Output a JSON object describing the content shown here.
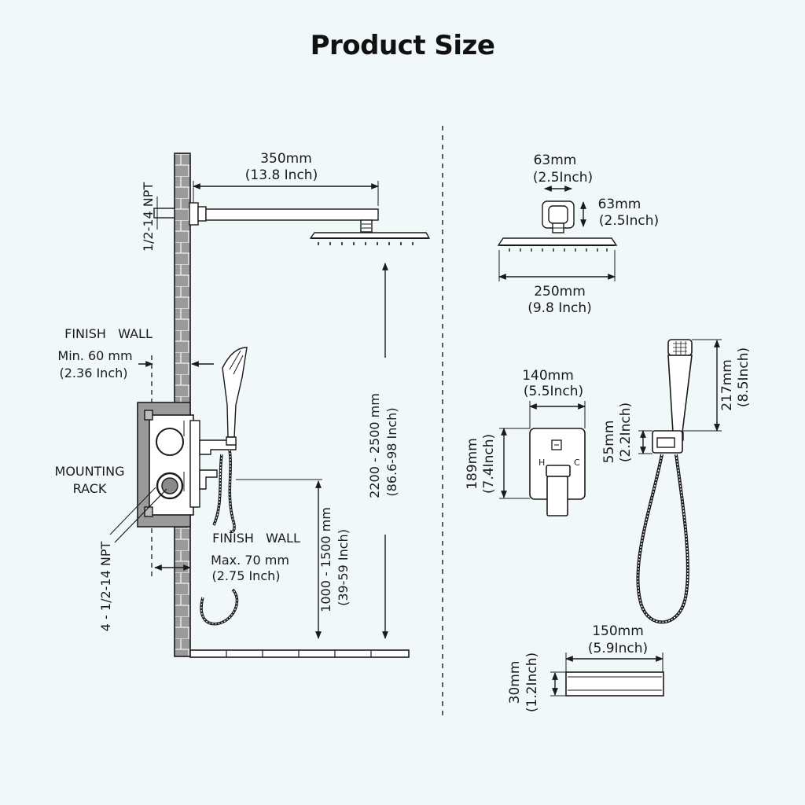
{
  "title": "Product Size",
  "colors": {
    "background": "#f1f8fa",
    "line": "#1a1a1a",
    "wall_fill": "#9a9a9a"
  },
  "left_view": {
    "arm_length_mm": "350mm",
    "arm_length_in": "(13.8 Inch)",
    "arm_thread": "1/2-14 NPT",
    "finish_wall_top": "FINISH   WALL",
    "min_depth_mm": "Min. 60 mm",
    "min_depth_in": "(2.36 Inch)",
    "mounting_rack_1": "MOUNTING",
    "mounting_rack_2": "RACK",
    "valve_thread": "4 - 1/2-14 NPT",
    "finish_wall_bottom": "FINISH   WALL",
    "max_depth_mm": "Max. 70 mm",
    "max_depth_in": "(2.75 Inch)",
    "head_height": "2200 - 2500 mm",
    "head_height_in": "(86.6-98 Inch)",
    "valve_height": "1000 - 1500 mm",
    "valve_height_in": "(39-59 Inch)"
  },
  "right_view": {
    "flange_w_mm": "63mm",
    "flange_w_in": "(2.5Inch)",
    "flange_h_mm": "63mm",
    "flange_h_in": "(2.5Inch)",
    "head_w_mm": "250mm",
    "head_w_in": "(9.8 Inch)",
    "plate_w_mm": "140mm",
    "plate_w_in": "(5.5Inch)",
    "plate_h_mm": "189mm",
    "plate_h_in": "(7.4Inch)",
    "plate_hot": "H",
    "plate_cold": "C",
    "holder_mm": "55mm",
    "holder_in": "(2.2Inch)",
    "handheld_mm": "217mm",
    "handheld_in": "(8.5Inch)",
    "shelf_w_mm": "150mm",
    "shelf_w_in": "(5.9Inch)",
    "shelf_h_mm": "30mm",
    "shelf_h_in": "(1.2Inch)"
  }
}
